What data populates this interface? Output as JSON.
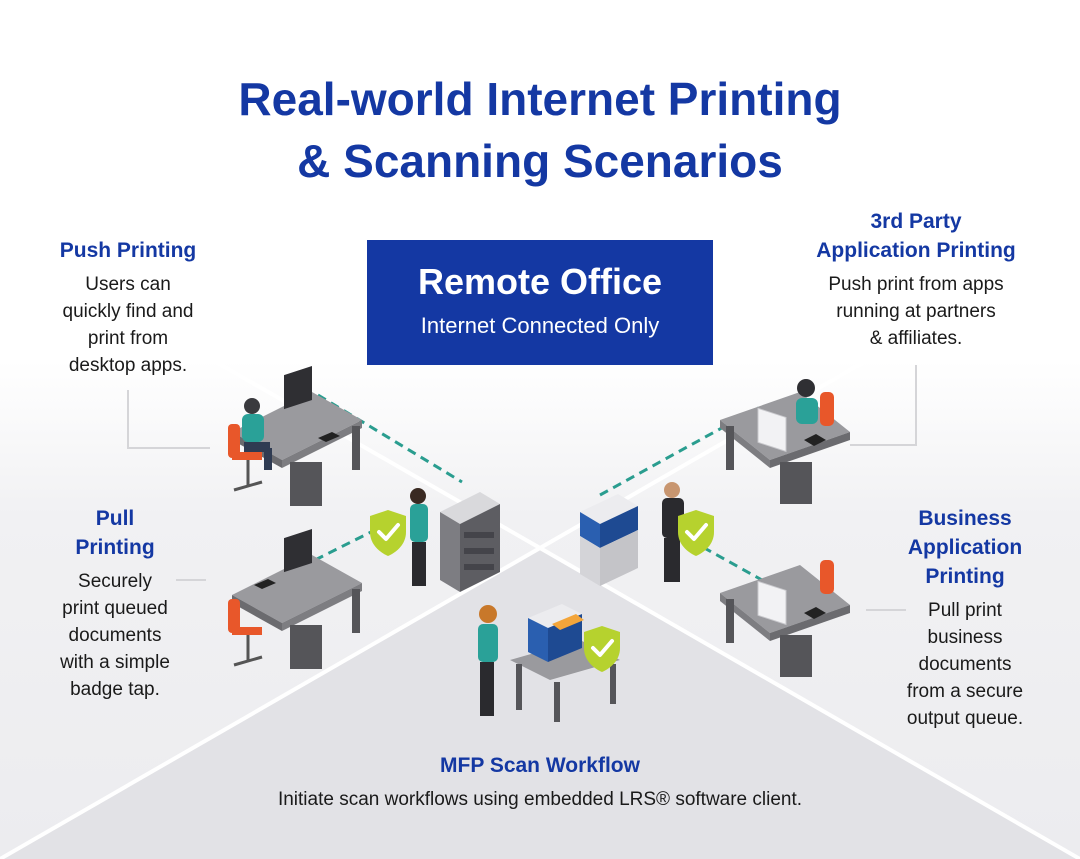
{
  "title": {
    "line1": "Real-world Internet Printing",
    "line2": "& Scanning Scenarios"
  },
  "remote_office": {
    "title": "Remote Office",
    "subtitle": "Internet Connected Only"
  },
  "scenarios": {
    "push": {
      "heading": "Push Printing",
      "desc_lines": [
        "Users can",
        "quickly find and",
        "print from",
        "desktop apps."
      ]
    },
    "third_party": {
      "heading_lines": [
        "3rd Party",
        "Application Printing"
      ],
      "desc_lines": [
        "Push print from apps",
        "running at partners",
        "& affiliates."
      ]
    },
    "pull": {
      "heading_lines": [
        "Pull",
        "Printing"
      ],
      "desc_lines": [
        "Securely",
        "print queued",
        "documents",
        "with a simple",
        "badge tap."
      ]
    },
    "business": {
      "heading_lines": [
        "Business",
        "Application",
        "Printing"
      ],
      "desc_lines": [
        "Pull print",
        "business",
        "documents",
        "from a secure",
        "output queue."
      ]
    },
    "scan": {
      "heading": "MFP Scan Workflow",
      "desc": "Initiate scan workflows using embedded LRS® software client."
    }
  },
  "colors": {
    "brand_blue": "#1438a3",
    "shield_green": "#b6d22e",
    "connector_teal": "#2a9d8f",
    "person_shirt_teal": "#2aa198",
    "chair_orange": "#e8572a"
  },
  "icons": [
    "shield-check-icon",
    "desk-computer-icon",
    "mfp-printer-icon",
    "person-icon"
  ]
}
